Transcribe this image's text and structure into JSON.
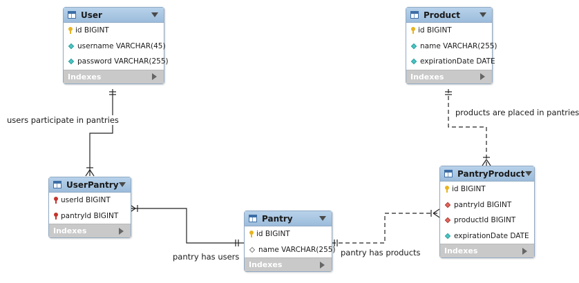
{
  "tables": {
    "user": {
      "name": "User",
      "columns": [
        {
          "text": "id BIGINT",
          "kind": "pk"
        },
        {
          "text": "username VARCHAR(45)",
          "kind": "column"
        },
        {
          "text": "password VARCHAR(255)",
          "kind": "column"
        }
      ],
      "indexes_label": "Indexes"
    },
    "product": {
      "name": "Product",
      "columns": [
        {
          "text": "id BIGINT",
          "kind": "pk"
        },
        {
          "text": "name VARCHAR(255)",
          "kind": "column"
        },
        {
          "text": "expirationDate DATE",
          "kind": "column"
        }
      ],
      "indexes_label": "Indexes"
    },
    "userpantry": {
      "name": "UserPantry",
      "columns": [
        {
          "text": "userId BIGINT",
          "kind": "pk-fk"
        },
        {
          "text": "pantryId BIGINT",
          "kind": "pk-fk"
        }
      ],
      "indexes_label": "Indexes"
    },
    "pantry": {
      "name": "Pantry",
      "columns": [
        {
          "text": "id BIGINT",
          "kind": "pk"
        },
        {
          "text": "name VARCHAR(255)",
          "kind": "nullable"
        }
      ],
      "indexes_label": "Indexes"
    },
    "pantryproduct": {
      "name": "PantryProduct",
      "columns": [
        {
          "text": "id BIGINT",
          "kind": "pk"
        },
        {
          "text": "pantryId BIGINT",
          "kind": "fk"
        },
        {
          "text": "productId BIGINT",
          "kind": "fk"
        },
        {
          "text": "expirationDate DATE",
          "kind": "column"
        }
      ],
      "indexes_label": "Indexes"
    }
  },
  "relationships": {
    "users_pantries": "users participate in pantries",
    "products_pantries": "products are placed in pantries",
    "pantry_users": "pantry has users",
    "pantry_products": "pantry has products"
  },
  "colors": {
    "header": "#9cbcdb",
    "border": "#8fa9c4",
    "indexes_bar": "#c9c9c9",
    "primary_key": "#e8b420",
    "foreign_key": "#c4332b",
    "column_marker": "#4fc3c3",
    "line": "#222222"
  }
}
